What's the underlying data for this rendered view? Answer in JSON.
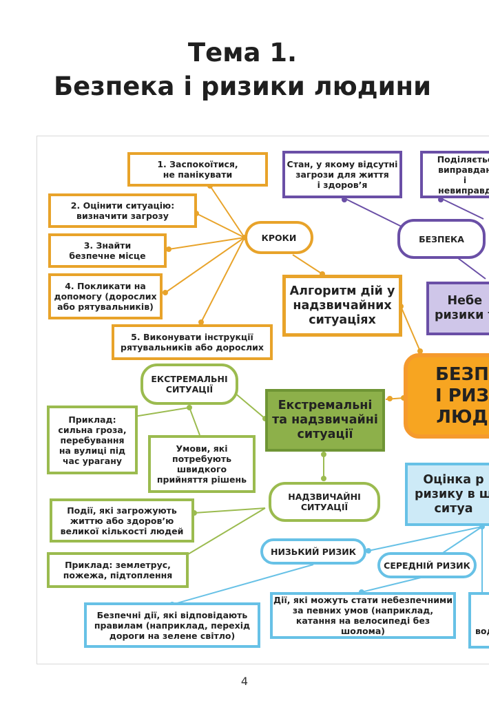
{
  "title": {
    "line1": "Тема 1.",
    "line2": "Безпека і ризики людини"
  },
  "nodes": {
    "step1": "1. Заспокоїтися,\nне панікувати",
    "step2": "2. Оцінити ситуацію:\nвизначити загрозу",
    "step3": "3. Знайти\nбезпечне місце",
    "step4": "4. Покликати на\nдопомогу (дорослих\nабо рятувальників)",
    "step5": "5. Виконувати інструкції\nрятувальників або дорослих",
    "kroky": "КРОКИ",
    "algorithm": "Алгоритм дій у\nнадзвичайних\nситуаціях",
    "safety_def": "Стан, у якому відсутні\nзагрози для життя\nі здоров’я",
    "justified": "Поділяєтьс\nвиправдан\nі невиправд",
    "bezpeka": "БЕЗПЕКА",
    "unsafe_risks": "Небе\nризики т",
    "center": "БЕЗП\nІ РИЗ\nЛЮД",
    "extreme_label": "ЕКСТРЕМАЛЬНІ\nСИТУАЦІЇ",
    "extreme_example": "Приклад:\nсильна гроза,\nперебування\nна вулиці під\nчас урагану",
    "extreme_conditions": "Умови, які\nпотребують\nшвидкого\nприйняття рішень",
    "extreme_main": "Екстремальні\nта надзвичайні\nситуації",
    "emergency_label": "НАДЗВИЧАЙНІ\nСИТУАЦІЇ",
    "emergency_events": "Події, які загрожують\nжиттю або здоров’ю\nвеликої кількості людей",
    "emergency_example": "Приклад: землетрус,\nпожежа, підтоплення",
    "risk_eval": "Оцінка р\nризику в щ\nситуа",
    "low_risk": "НИЗЬКИЙ РИЗИК",
    "mid_risk": "СЕРЕДНІЙ РИЗИК",
    "low_desc": "Безпечні дії, які відповідають\nправилам (наприклад, перехід\nдороги на зелене світло)",
    "mid_desc": "Дії, які можуть стати небезпечними\nза певних умов (наприклад,\nкатання на велосипеді без шолома)",
    "right_cut": "\n\nвод"
  },
  "page_number": "4",
  "colors": {
    "orange": "#e8a32a",
    "green": "#9bbb4f",
    "purple": "#6a4fa6",
    "blue": "#67c1e6",
    "center_fill": "#f7a521"
  }
}
